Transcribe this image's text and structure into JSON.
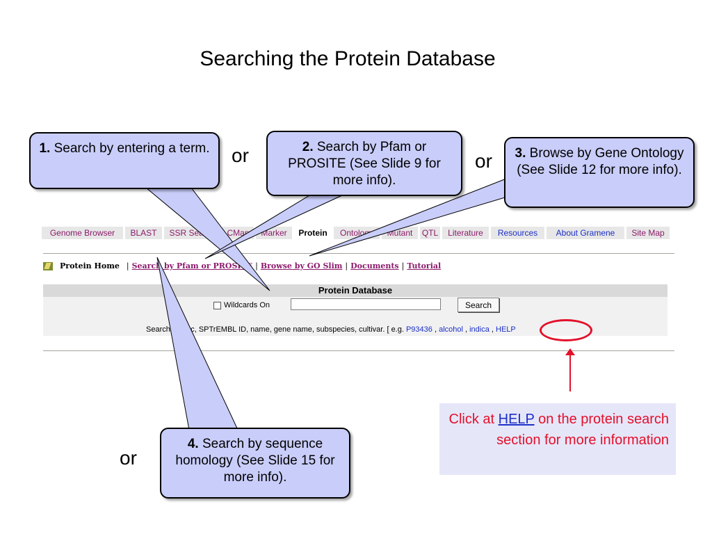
{
  "title": "Searching the Protein Database",
  "callouts": {
    "c1": {
      "num": "1.",
      "text": " Search by entering a term."
    },
    "c2": {
      "num": "2.",
      "text": " Search by Pfam or PROSITE (See Slide 9 for more info)."
    },
    "c3": {
      "num": "3.",
      "text": " Browse by Gene Ontology (See Slide 12 for more info)."
    },
    "c4": {
      "num": "4.",
      "text": " Search by sequence homology (See Slide 15 for more info)."
    }
  },
  "or_label": "or",
  "nav": {
    "tabs": [
      "Genome Browser",
      "BLAST",
      "SSR Search",
      "CMap",
      "Marker",
      "Protein",
      "Ontology",
      "Mutant",
      "QTL",
      "Literature",
      "Resources",
      "About Gramene",
      "Site Map"
    ]
  },
  "subnav": {
    "home": "Protein Home",
    "links": [
      "Search by Pfam or PROSITE",
      "Browse by GO Slim",
      "Documents",
      "Tutorial"
    ]
  },
  "panel": {
    "title": "Protein Database",
    "wildcards_label": "Wildcards On",
    "search_button": "Search",
    "search_value": "",
    "hint_prefix": "Search by acc, SPTrEMBL ID, name, gene name, subspecies, cultivar. [ e.g. ",
    "examples": [
      "P93436",
      "alcohol",
      "indica",
      "HELP"
    ]
  },
  "note": {
    "pre": "Click at ",
    "link": "HELP",
    "post": " on the protein search section for more information"
  },
  "colors": {
    "callout": "#c9cdf9",
    "accent_red": "#e3102a",
    "link_blue": "#1b2fc7",
    "nav_text": "#8b1a6b"
  }
}
